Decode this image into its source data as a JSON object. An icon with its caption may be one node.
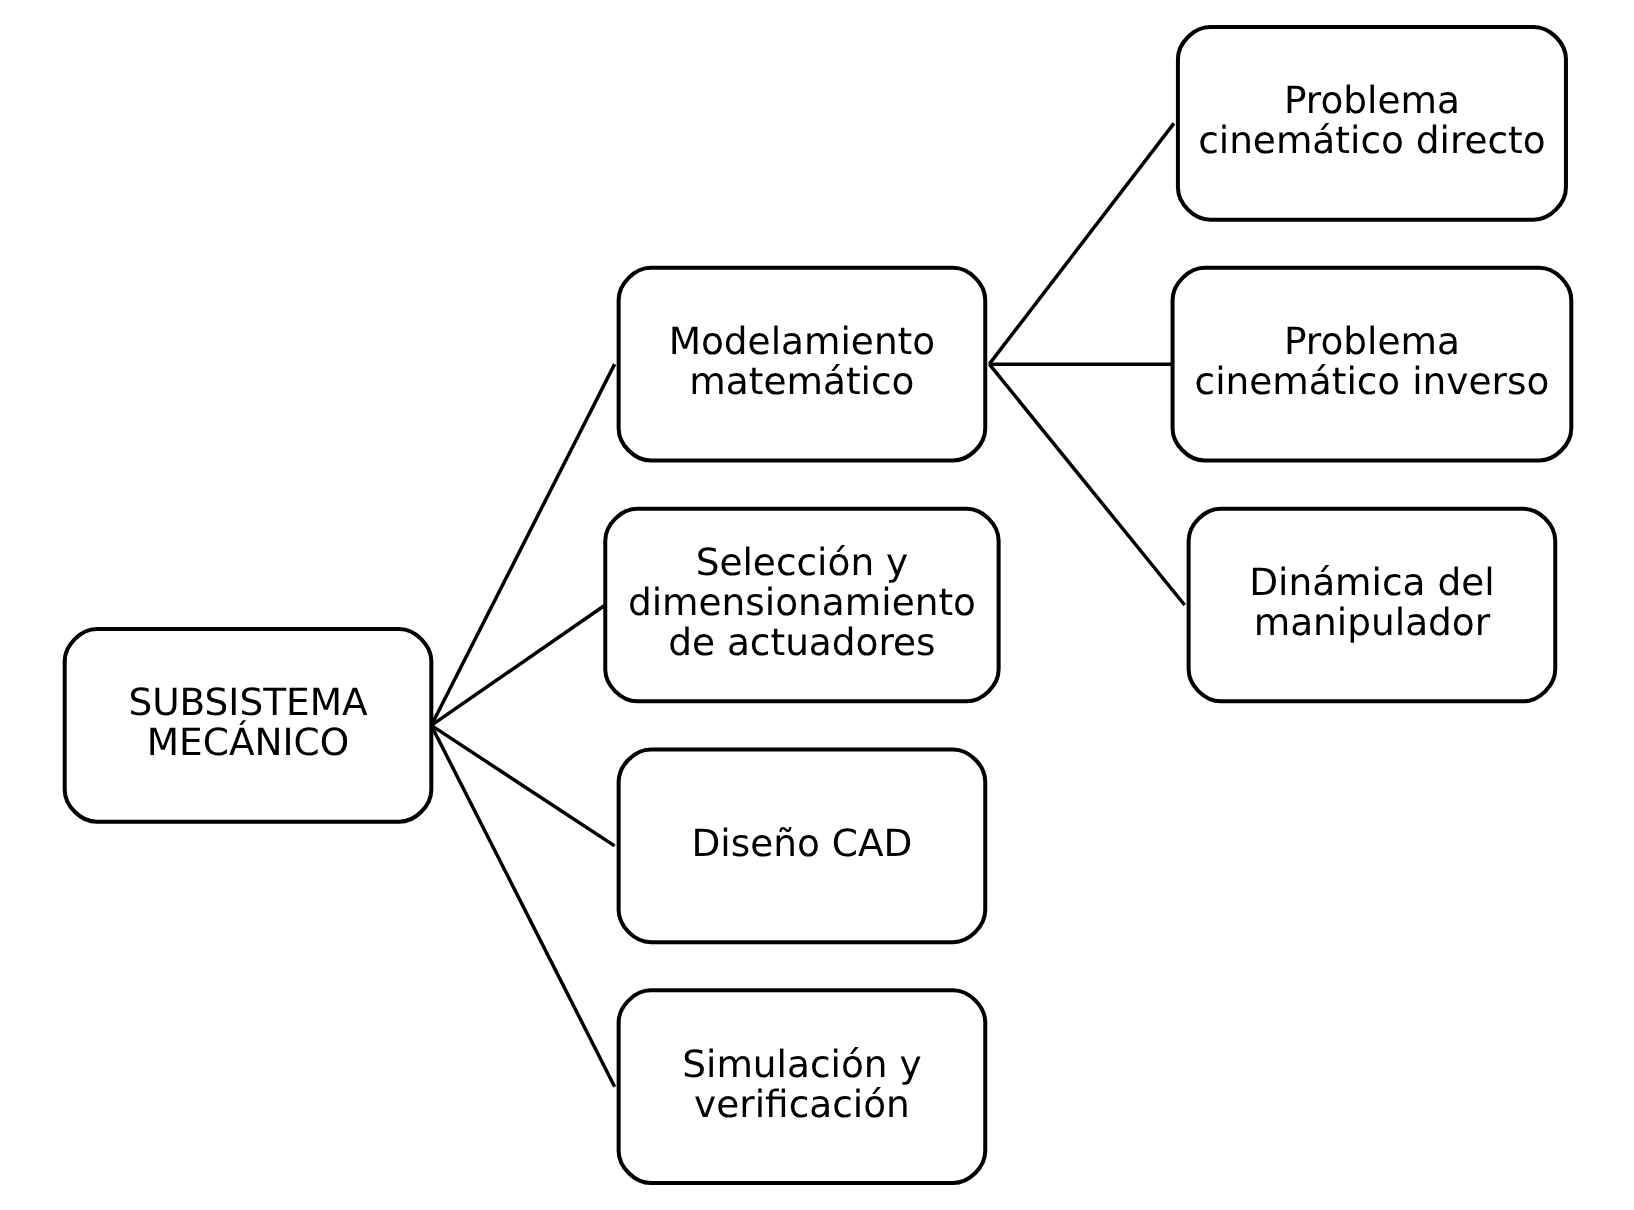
{
  "diagram": {
    "nodes": [
      {
        "text": [
          "SUBSISTEMA MECÁNICO"
        ]
      },
      {
        "text": [
          "Modelamiento matemático"
        ]
      },
      {
        "text": [
          "Selección y dimensionamiento de actuadores"
        ]
      },
      {
        "text": [
          "Diseño CAD"
        ]
      },
      {
        "text": [
          "Simulación y verificación"
        ]
      },
      {
        "text": [
          "Problema cinemático directo"
        ]
      },
      {
        "text": [
          "Problema cinemático inverso"
        ]
      },
      {
        "text": [
          "Dinámica del manipulador"
        ]
      }
    ],
    "edges": [
      {
        "from": 0,
        "to": 1,
        "arrow": "none"
      },
      {
        "from": 0,
        "to": 2,
        "arrow": "none"
      },
      {
        "from": 0,
        "to": 3,
        "arrow": "none"
      },
      {
        "from": 0,
        "to": 4,
        "arrow": "none"
      },
      {
        "from": 1,
        "to": 5,
        "arrow": "none"
      },
      {
        "from": 1,
        "to": 6,
        "arrow": "none"
      },
      {
        "from": 1,
        "to": 7,
        "arrow": "none"
      }
    ]
  }
}
